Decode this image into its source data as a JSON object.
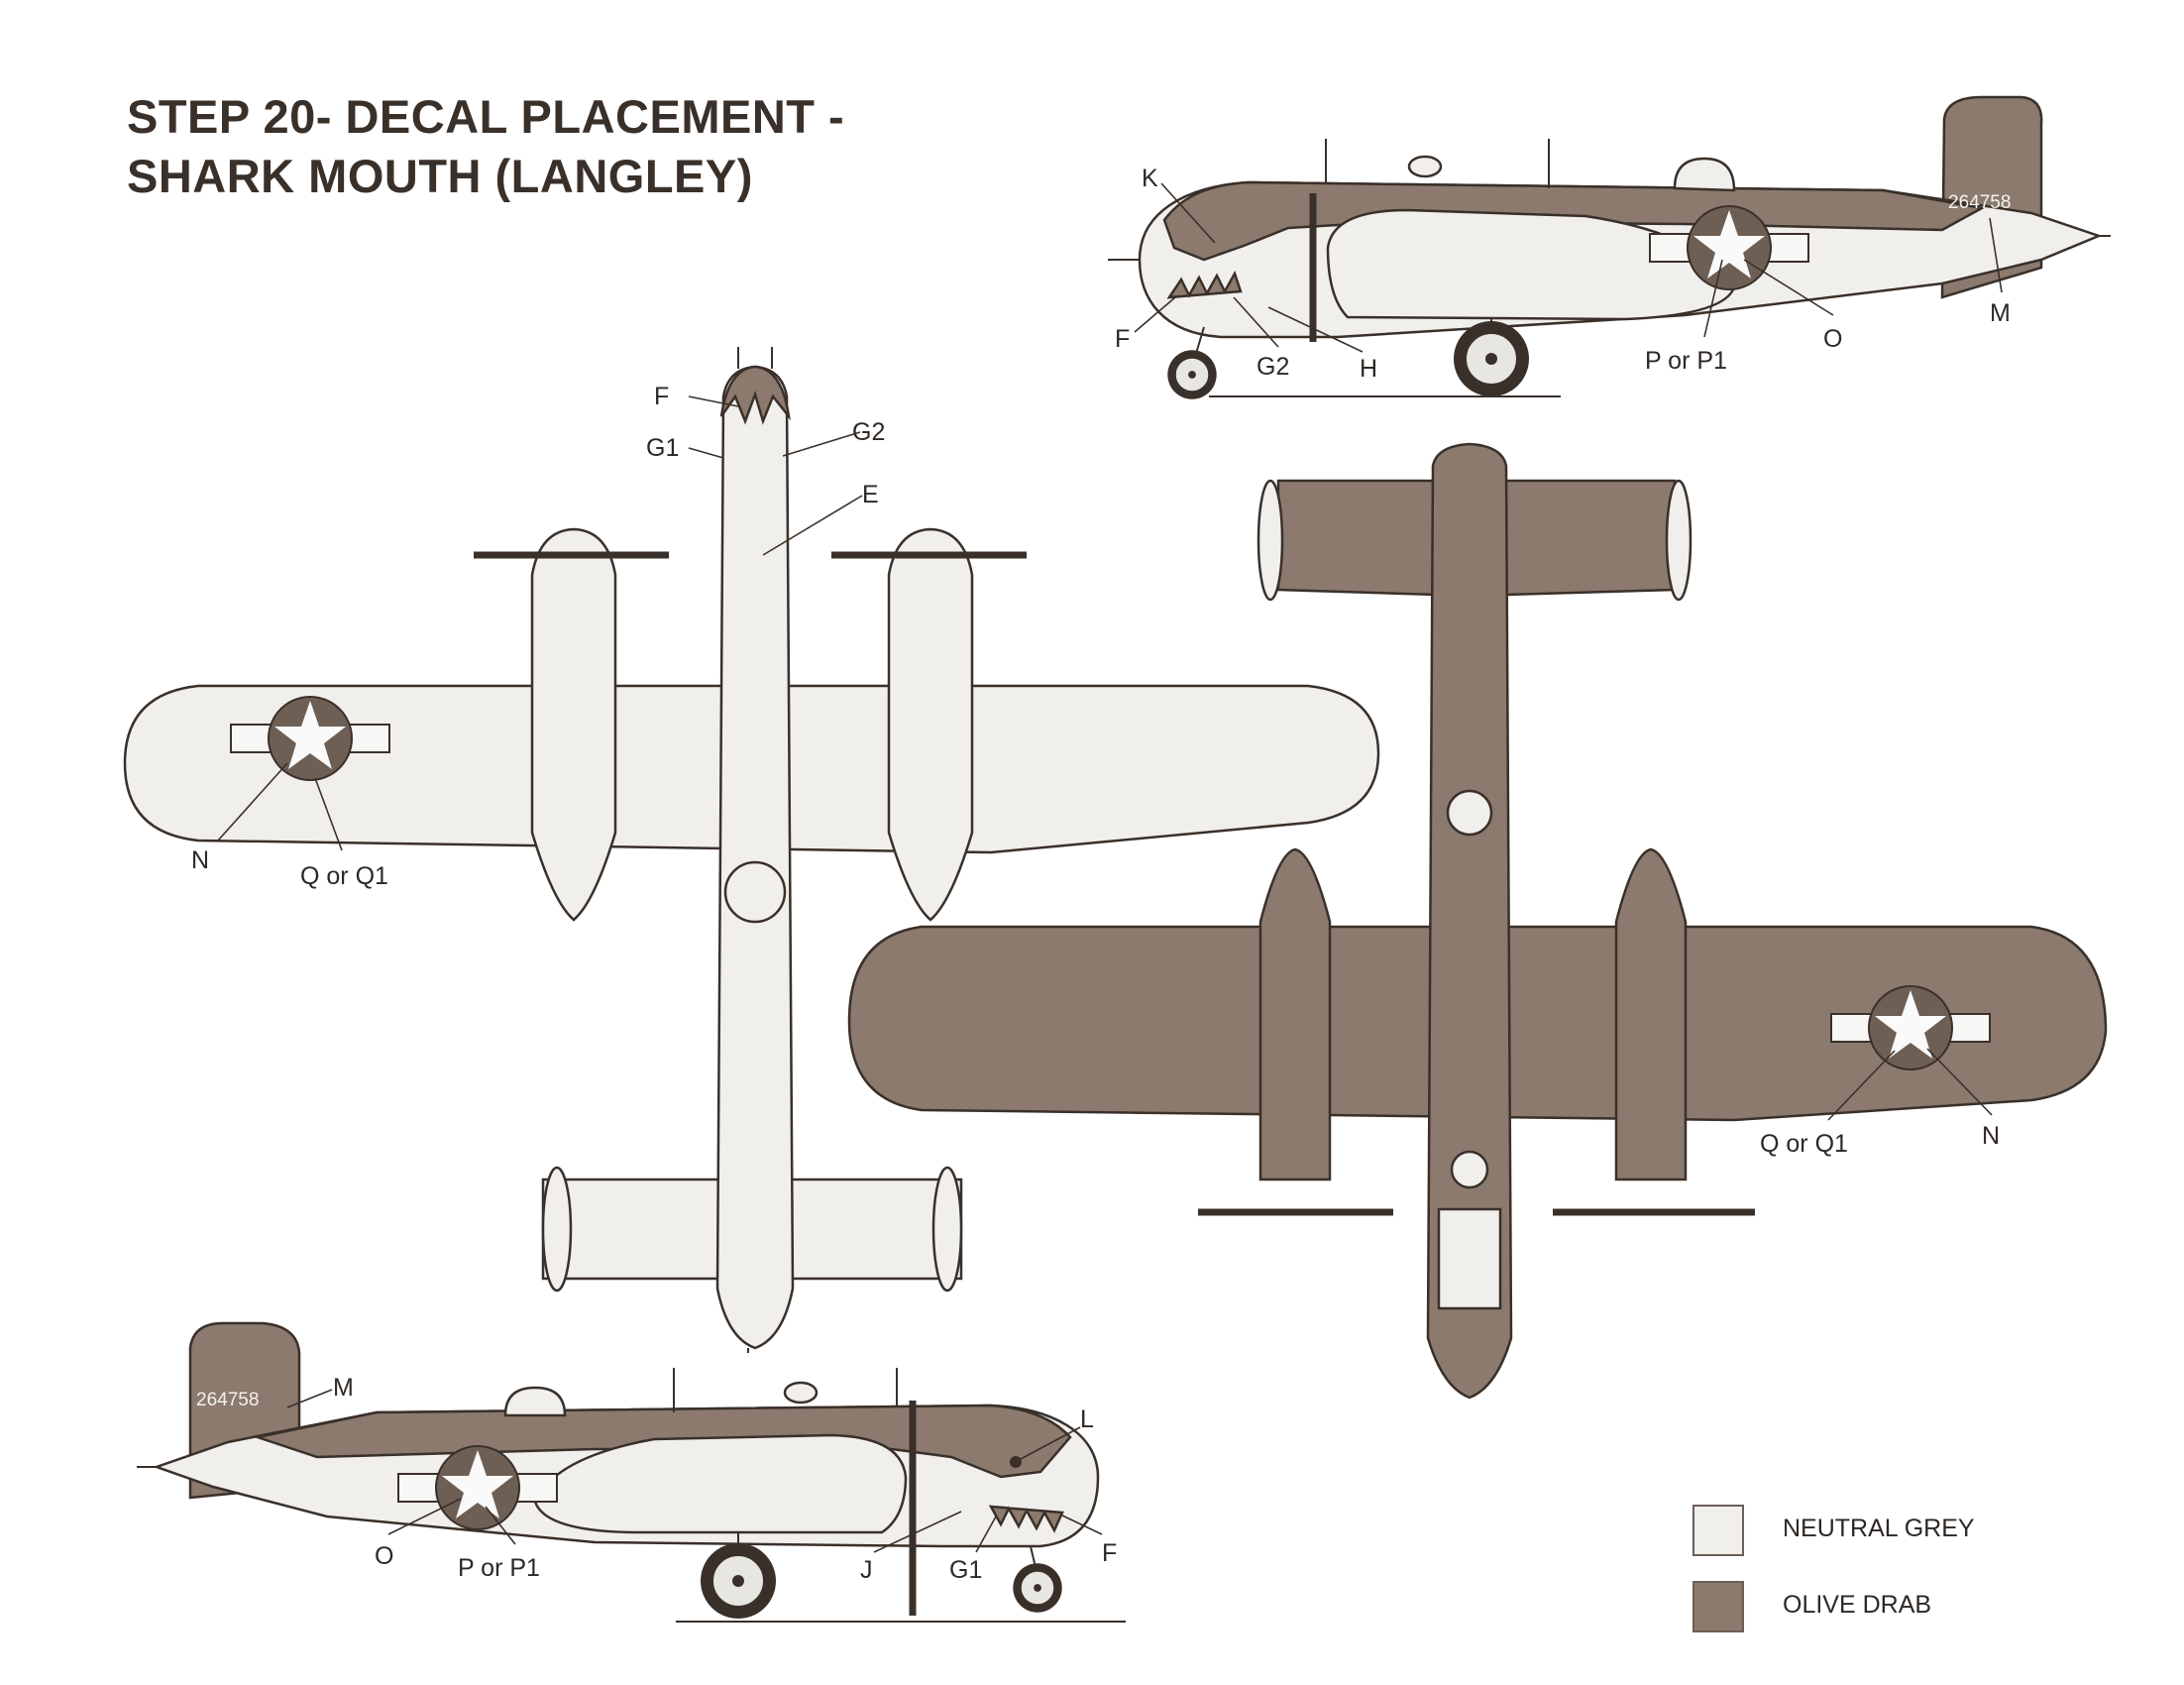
{
  "title": {
    "line1": "STEP 20- DECAL PLACEMENT -",
    "line2": "SHARK MOUTH (LANGLEY)"
  },
  "serial": "264758",
  "views": {
    "right_side": {
      "labels": {
        "k": "K",
        "f": "F",
        "g2": "G2",
        "h": "H",
        "p": "P or P1",
        "o": "O",
        "m": "M"
      }
    },
    "top": {
      "labels": {
        "f": "F",
        "g1": "G1",
        "g2": "G2",
        "e": "E",
        "n": "N",
        "q": "Q or Q1"
      }
    },
    "bottom": {
      "labels": {
        "q": "Q or Q1",
        "n": "N"
      }
    },
    "left_side": {
      "labels": {
        "m": "M",
        "l": "L",
        "o": "O",
        "p": "P or P1",
        "j": "J",
        "g1": "G1",
        "f": "F"
      }
    }
  },
  "legend": [
    {
      "label": "NEUTRAL GREY",
      "color": "#f1efec"
    },
    {
      "label": "OLIVE DRAB",
      "color": "#8b7a6d"
    }
  ]
}
